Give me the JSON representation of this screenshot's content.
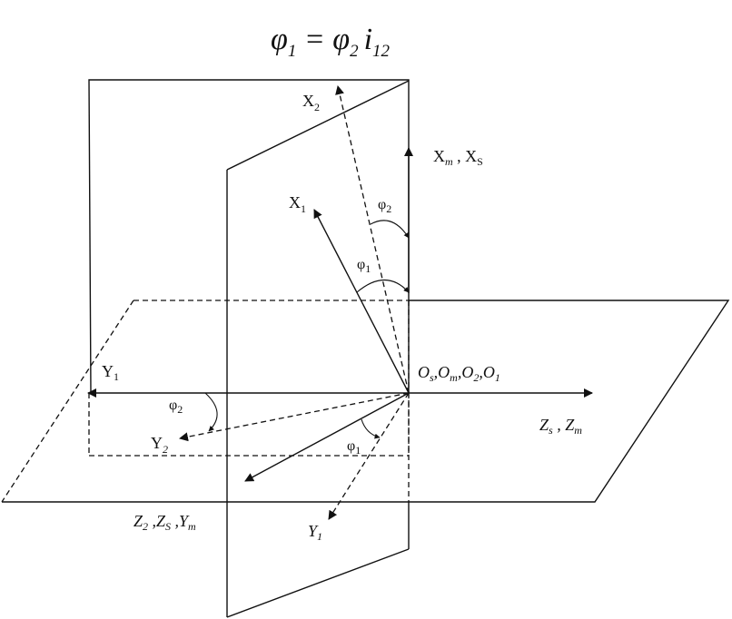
{
  "equation": {
    "lhs": "φ",
    "lhs_sub": "1",
    "eq": " = ",
    "rhs": "φ",
    "rhs_sub": "2",
    "factor": "i",
    "factor_sub": "12"
  },
  "labels": {
    "x2": {
      "main": "X",
      "sub": "2"
    },
    "xm_xs": {
      "main": "X",
      "sub1": "m",
      "sep": " , X",
      "sub2": "S"
    },
    "x1": {
      "main": "X",
      "sub": "1"
    },
    "phi2_top": {
      "main": "φ",
      "sub": "2"
    },
    "phi1_top": {
      "main": "φ",
      "sub": "1"
    },
    "origin": {
      "o1": "O",
      "s1": "s",
      "c1": ",O",
      "s2": "m",
      "c2": ",O",
      "s3": "2",
      "c3": ",O",
      "s4": "1"
    },
    "y1_left": {
      "main": "Y",
      "sub": "1"
    },
    "phi2_left": {
      "main": "φ",
      "sub": "2"
    },
    "y2": {
      "main": "Y",
      "sub": "2"
    },
    "phi1_bottom": {
      "main": "φ",
      "sub": "1"
    },
    "zs_zm": {
      "main": "Z",
      "sub1": "s",
      "sep": " , Z",
      "sub2": "m"
    },
    "z2_zs_ym": {
      "z": "Z",
      "s1": "2",
      "c1": " ,Z",
      "s2": "S",
      "c2": " ,Y",
      "s3": "m"
    },
    "y1_bottom": {
      "main": "Y",
      "sub": "1"
    }
  },
  "colors": {
    "ink": "#111111",
    "background": "#ffffff"
  }
}
